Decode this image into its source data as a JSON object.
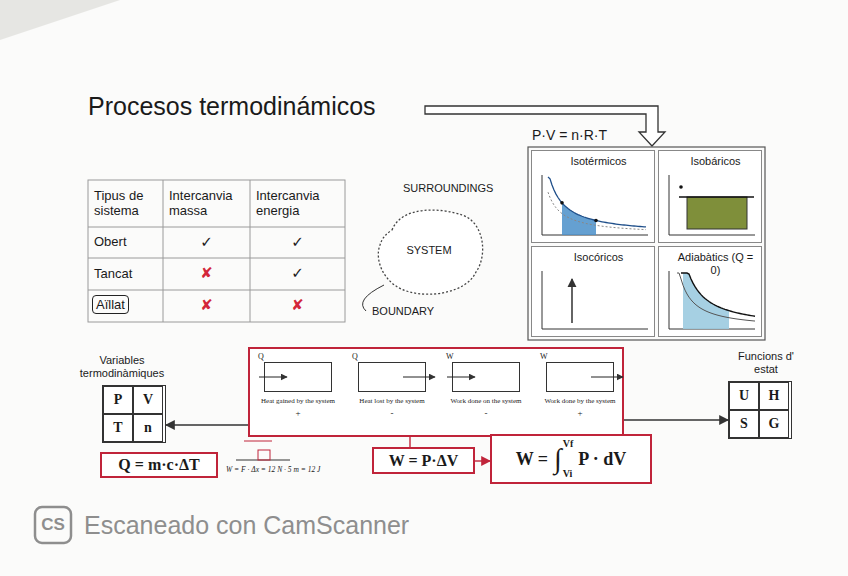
{
  "diagram": {
    "title": "Procesos termodinámicos",
    "nodes": [
      {
        "text": [
          "SYSTEM"
        ]
      },
      {
        "text": [
          "Isotérmicos"
        ]
      },
      {
        "text": [
          "Isobáricos"
        ]
      },
      {
        "text": [
          "Isocóricos"
        ]
      },
      {
        "text": [
          "Adiabàtics (Q = 0)"
        ]
      },
      {
        "text": [
          "Variables termodinàmiques",
          "P",
          "V",
          "T",
          "n"
        ]
      },
      {
        "text": []
      },
      {
        "text": [
          "Q",
          "Heat gained by the system",
          "+"
        ],
        "in": 6
      },
      {
        "text": [
          "Q",
          "Heat lost by the system",
          "-"
        ],
        "in": 6
      },
      {
        "text": [
          "W",
          "Work done on the system",
          "-"
        ],
        "in": 6
      },
      {
        "text": [
          "W",
          "Work done by the system",
          "+"
        ],
        "in": 6
      },
      {
        "text": [
          "Funcions d' estat",
          "U",
          "H",
          "S",
          "G"
        ]
      },
      {
        "text": [
          "Q = m·c·ΔT"
        ]
      },
      {
        "text": [
          "W = P·ΔV"
        ]
      },
      {
        "text": [
          "W =",
          "∫",
          "Vf",
          "Vi",
          "P · dV"
        ]
      }
    ],
    "edges": [
      {
        "from": 6,
        "to": 5,
        "arrow": "to"
      },
      {
        "from": 6,
        "to": 11,
        "arrow": "to"
      },
      {
        "from": 6,
        "to": 13,
        "arrow": "none"
      },
      {
        "from": 13,
        "to": 14,
        "arrow": "to"
      }
    ],
    "labels": [
      "P·V = n·R·T",
      "Tipus de sistema",
      "Intercanvia massa",
      "Intercanvia energia",
      "Obert",
      "✓",
      "✓",
      "Tancat",
      "✘",
      "✓",
      "Aïllat",
      "✘",
      "✘",
      "SURROUNDINGS",
      "BOUNDARY",
      "W = F · Δx = 12 N · 5 m = 12 J",
      "CS",
      "Escaneado con CamScanner"
    ]
  }
}
